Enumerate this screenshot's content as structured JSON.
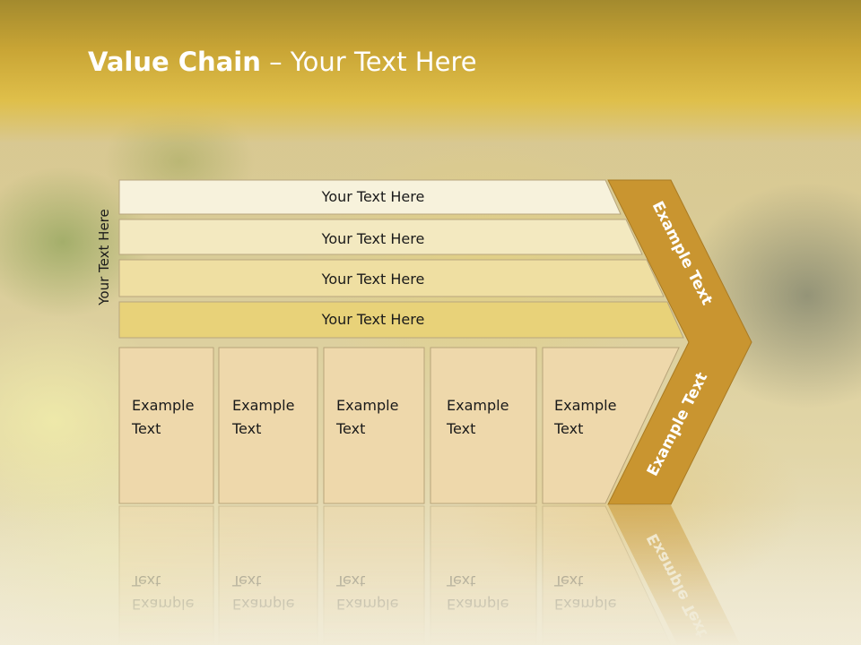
{
  "title": {
    "bold": "Value Chain",
    "rest": " – Your Text Here"
  },
  "side_label": "Your Text Here",
  "support_rows": [
    {
      "label": "Your Text Here",
      "color": "#f7f2dc"
    },
    {
      "label": "Your Text Here",
      "color": "#f3e9c0"
    },
    {
      "label": "Your Text Here",
      "color": "#efdfa2"
    },
    {
      "label": "Your Text Here",
      "color": "#e8d279"
    }
  ],
  "primary_boxes": [
    {
      "line1": "Example",
      "line2": "Text"
    },
    {
      "line1": "Example",
      "line2": "Text"
    },
    {
      "line1": "Example",
      "line2": "Text"
    },
    {
      "line1": "Example",
      "line2": "Text"
    },
    {
      "line1": "Example",
      "line2": "Text"
    }
  ],
  "arrow": {
    "top_label": "Example Text",
    "bottom_label": "Example Text",
    "color": "#c99530"
  },
  "colors": {
    "box_fill": "#eed8ab",
    "box_stroke": "#b8a47a",
    "text": "#1a1a1a"
  }
}
